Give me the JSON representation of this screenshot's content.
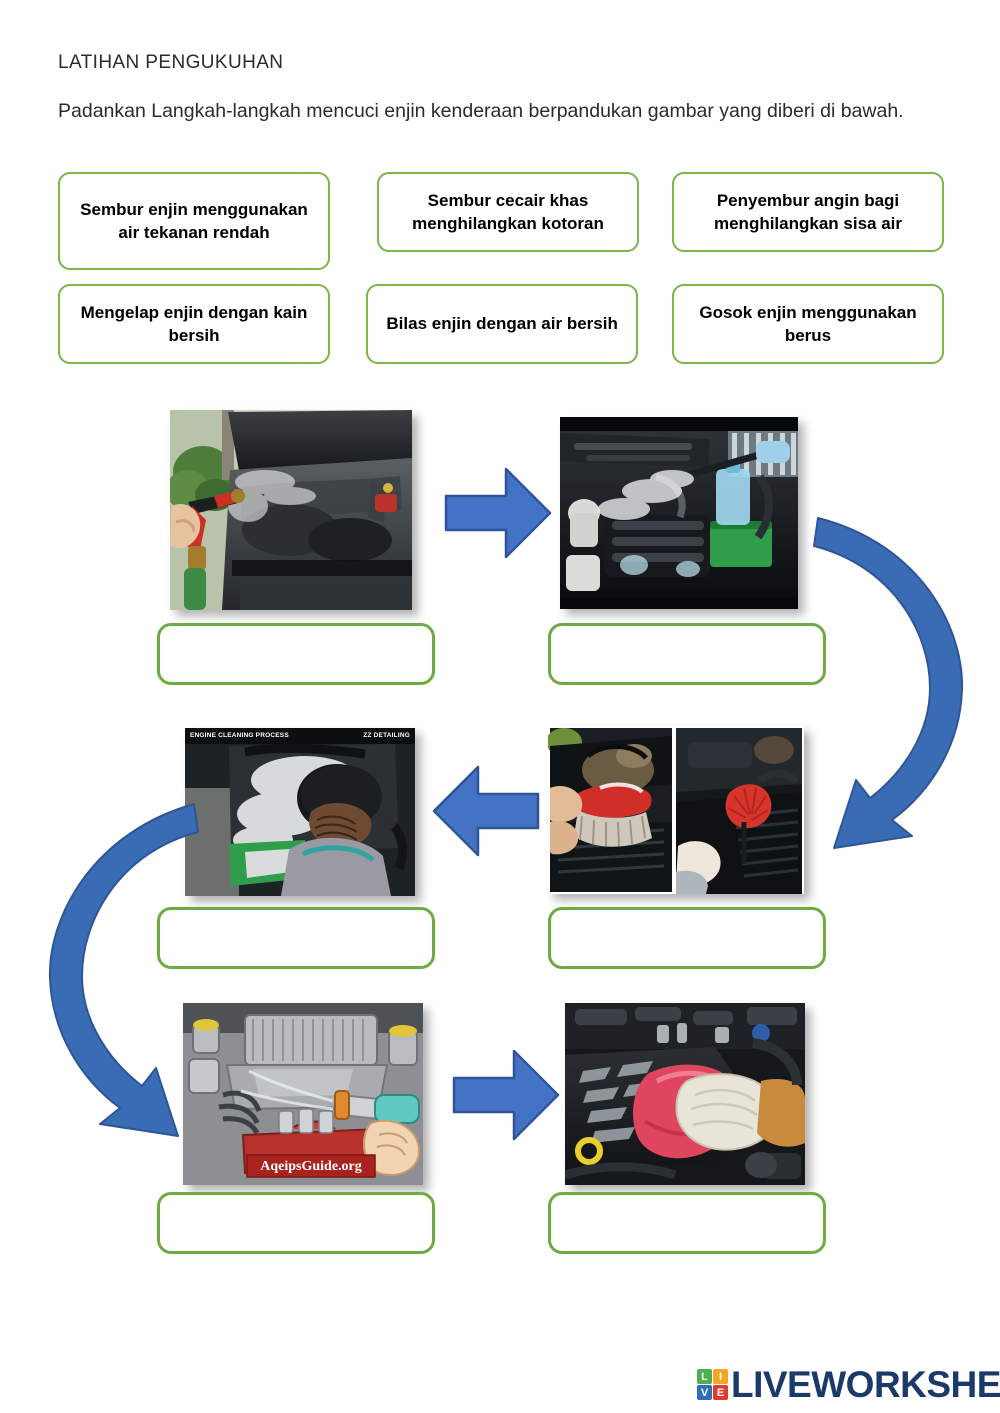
{
  "worksheet": {
    "title": "LATIHAN PENGUKUHAN",
    "instruction": "Padankan Langkah-langkah mencuci enjin kenderaan berpandukan gambar yang diberi di bawah."
  },
  "colors": {
    "box_border_green": "#7ab648",
    "answer_border_green": "#6faa42",
    "arrow_blue": "#4472c4",
    "arrow_blue_dark": "#2f5597",
    "logo_navy": "#1b3a6b",
    "logo_tile_l": "#4caf50",
    "logo_tile_i": "#f5a623",
    "logo_tile_v": "#2f6fb5",
    "logo_tile_e": "#e03b2f",
    "text_black": "#000000"
  },
  "word_bank": {
    "row1": [
      {
        "label": "Sembur enjin menggunakan air tekanan rendah"
      },
      {
        "label": "Sembur cecair khas menghilangkan kotoran"
      },
      {
        "label": "Penyembur angin bagi menghilangkan sisa air"
      }
    ],
    "row2": [
      {
        "label": "Mengelap enjin dengan kain bersih"
      },
      {
        "label": "Bilas enjin dengan air bersih"
      },
      {
        "label": "Gosok enjin menggunakan berus"
      }
    ]
  },
  "flow": {
    "steps": [
      {
        "id": "step-1",
        "image_name": "photo-spraying-engine-low-pressure-water",
        "description": "Hand holding red hose nozzle spraying water onto open car engine bay, green trees in background",
        "answer_value": "",
        "answer_placeholder": ""
      },
      {
        "id": "step-2",
        "image_name": "photo-spraying-degreaser-chemical",
        "description": "Engine bay being sprayed with white misting cleaning chemical, green battery and blue bottle visible",
        "answer_value": "",
        "answer_placeholder": ""
      },
      {
        "id": "step-3",
        "image_name": "photo-brush-scrubbing-engine",
        "description": "Split photo: red scrub brush and red round detail brush cleaning engine parts",
        "answer_value": "",
        "answer_placeholder": ""
      },
      {
        "id": "step-4",
        "image_name": "photo-rinsing-engine-worker",
        "description": "Worker in black cap rinsing foamy engine bay with pressure hose",
        "overlay_left": "ENGINE CLEANING PROCESS",
        "overlay_right": "ZZ DETAILING",
        "answer_value": "",
        "answer_placeholder": ""
      },
      {
        "id": "step-5",
        "image_name": "illustration-air-blower-drying-engine",
        "description": "Illustrated engine bay with hand holding air blower gun drying the engine",
        "watermark": "AqeipsGuide.org",
        "answer_value": "",
        "answer_placeholder": ""
      },
      {
        "id": "step-6",
        "image_name": "photo-wiping-engine-with-cloth",
        "description": "Gloved hand wiping black engine cover with red microfiber cloth",
        "answer_value": "",
        "answer_placeholder": ""
      }
    ],
    "connectors": [
      {
        "name": "arrow-right-step1-to-step2",
        "direction": "right"
      },
      {
        "name": "arrow-curve-right-step2-to-step3",
        "direction": "curve-clockwise-down-left"
      },
      {
        "name": "arrow-left-step3-to-step4",
        "direction": "left"
      },
      {
        "name": "arrow-curve-left-step4-to-step5",
        "direction": "curve-counterclockwise-down-right"
      },
      {
        "name": "arrow-right-step5-to-step6",
        "direction": "right"
      }
    ]
  },
  "footer": {
    "logo_tiles": [
      "L",
      "I",
      "V",
      "E"
    ],
    "logo_text": "LIVEWORKSHEETS"
  }
}
